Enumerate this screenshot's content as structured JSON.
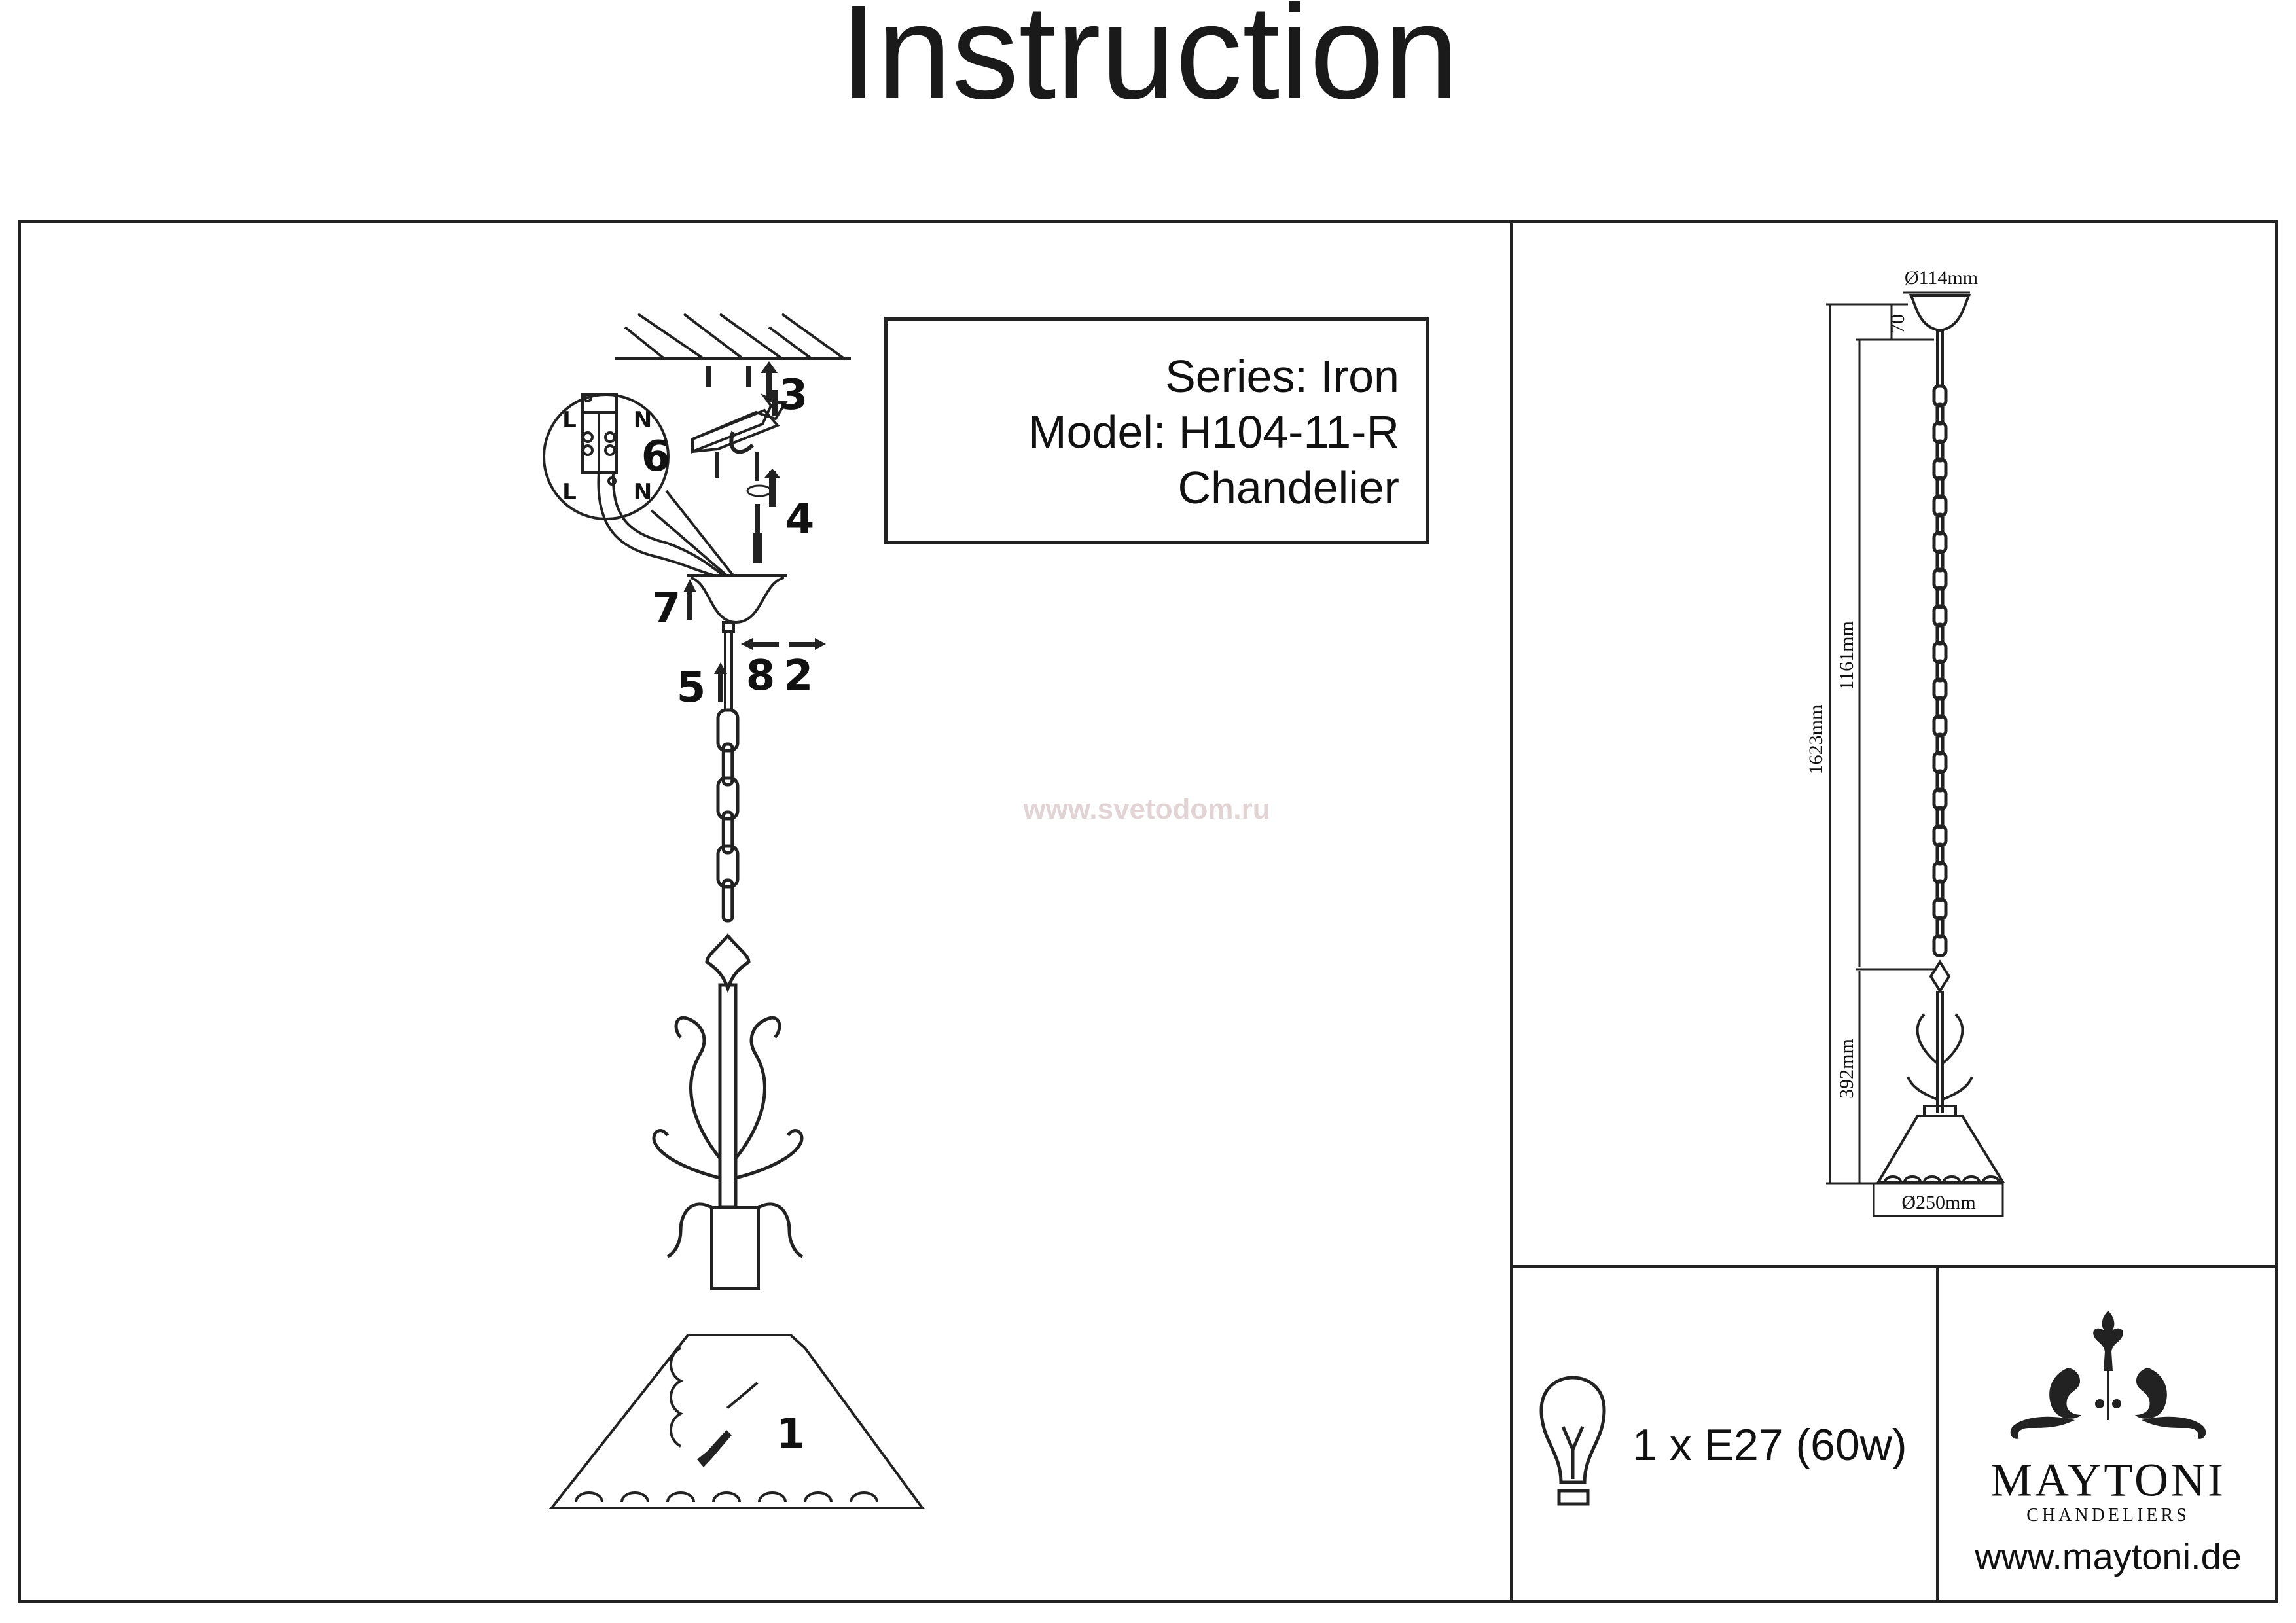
{
  "title": "Instruction",
  "info": {
    "series": "Series: Iron",
    "model": "Model: H104-11-R",
    "type": "Chandelier"
  },
  "watermark": "www.svetodom.ru",
  "steps": {
    "s1": "1",
    "s2": "2",
    "s3": "3",
    "s4": "4",
    "s5": "5",
    "s6": "6",
    "s7": "7",
    "s8": "8"
  },
  "terminal": {
    "l_top": "L",
    "n_top": "N",
    "l_bottom": "L",
    "n_bottom": "N"
  },
  "dimensions": {
    "canopy_diameter": "Ø114mm",
    "canopy_height": "70",
    "total_height": "1623mm",
    "chain_length": "1161mm",
    "body_height": "392mm",
    "shade_diameter": "Ø250mm"
  },
  "bulb": {
    "spec": "1 x E27 (60w)",
    "icon": "light-bulb-icon"
  },
  "brand": {
    "name": "MAYTONI",
    "subtitle": "CHANDELIERS",
    "url": "www.maytoni.de"
  },
  "colors": {
    "line": "#222222",
    "watermark": "#e2d4d4"
  }
}
